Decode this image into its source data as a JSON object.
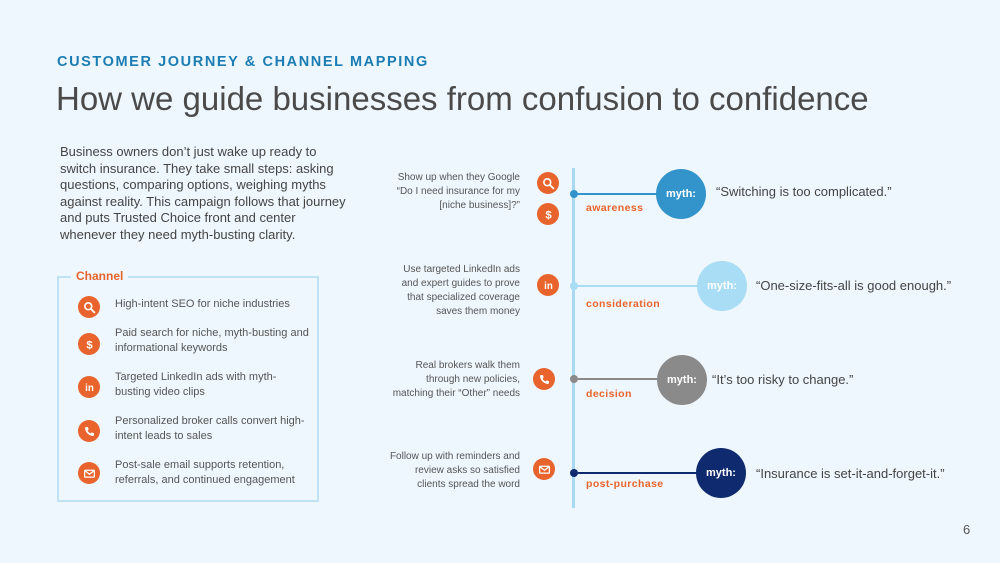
{
  "header": {
    "kicker": "CUSTOMER JOURNEY & CHANNEL MAPPING",
    "title": "How we guide businesses from confusion to confidence"
  },
  "intro": "Business owners don’t just wake up ready to switch insurance. They take small steps: asking questions, comparing options, weighing myths against reality. This campaign follows that journey and puts Trusted Choice front and center whenever they need myth-busting clarity.",
  "channel": {
    "label": "Channel",
    "items": [
      {
        "icon": "search-icon",
        "text": "High-intent SEO for niche industries"
      },
      {
        "icon": "dollar-icon",
        "text": "Paid search for niche, myth-busting and informational keywords"
      },
      {
        "icon": "linkedin-icon",
        "text": "Targeted LinkedIn ads with myth-busting video clips"
      },
      {
        "icon": "phone-icon",
        "text": "Personalized broker calls convert high-intent leads to sales"
      },
      {
        "icon": "email-icon",
        "text": "Post-sale email supports retention, referrals, and continued engagement"
      }
    ]
  },
  "journey": [
    {
      "step": "Show up when they Google “Do I need insurance for my [niche business]?”",
      "stage": "awareness",
      "myth_label": "myth:",
      "quote": "“Switching is too complicated.”",
      "color": "#3394cc"
    },
    {
      "step": "Use targeted LinkedIn ads and expert guides to prove that specialized coverage saves them money",
      "stage": "consideration",
      "myth_label": "myth:",
      "quote": "“One-size-fits-all is good enough.”",
      "color": "#a9dcf5"
    },
    {
      "step": "Real brokers walk them through new policies, matching their “Other” needs",
      "stage": "decision",
      "myth_label": "myth:",
      "quote": "“It’s too risky to change.”",
      "color": "#8a8a8a"
    },
    {
      "step": "Follow up with reminders and review asks so satisfied clients spread the word",
      "stage": "post-purchase",
      "myth_label": "myth:",
      "quote": "“Insurance is set-it-and-forget-it.”",
      "color": "#0f2a6e"
    }
  ],
  "page_number": "6",
  "colors": {
    "accent": "#e8642c",
    "heading": "#1b7db3",
    "line": "#a8d9f3"
  }
}
